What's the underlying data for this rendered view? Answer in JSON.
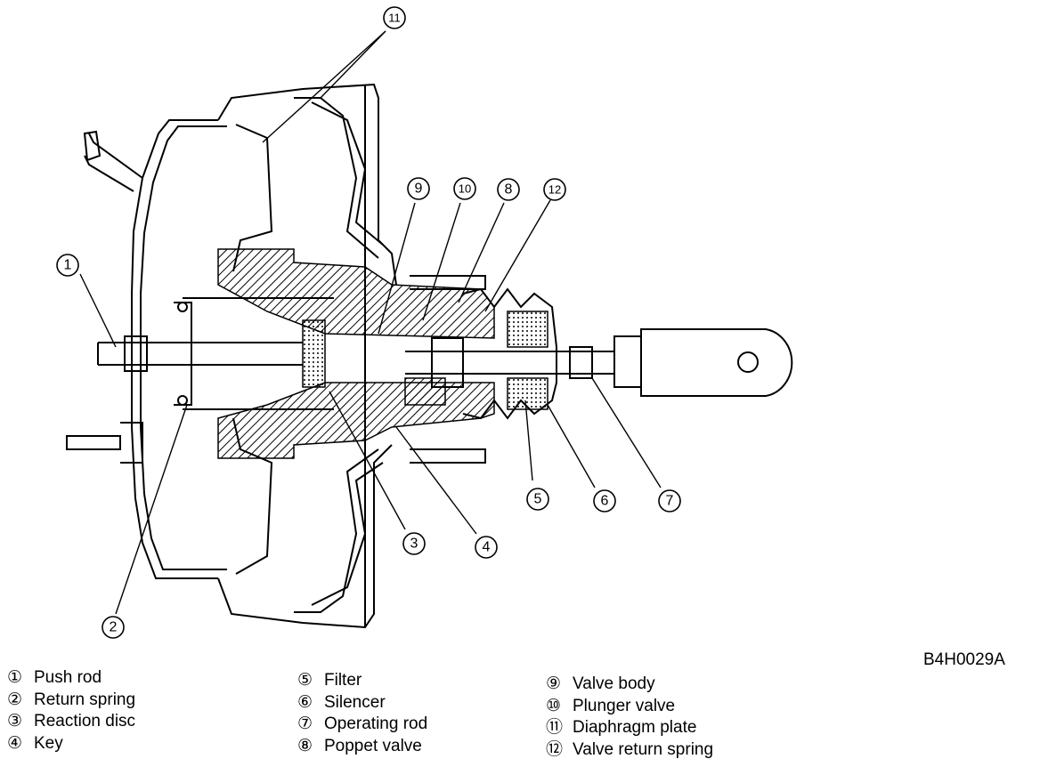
{
  "figure_id": "B4H0029A",
  "callouts": [
    "1",
    "2",
    "3",
    "4",
    "5",
    "6",
    "7",
    "8",
    "9",
    "10",
    "11",
    "12"
  ],
  "legend": [
    {
      "num": "①",
      "label": "Push rod"
    },
    {
      "num": "②",
      "label": "Return spring"
    },
    {
      "num": "③",
      "label": "Reaction disc"
    },
    {
      "num": "④",
      "label": "Key"
    },
    {
      "num": "⑤",
      "label": "Filter"
    },
    {
      "num": "⑥",
      "label": "Silencer"
    },
    {
      "num": "⑦",
      "label": "Operating rod"
    },
    {
      "num": "⑧",
      "label": "Poppet valve"
    },
    {
      "num": "⑨",
      "label": "Valve body"
    },
    {
      "num": "⑩",
      "label": "Plunger valve"
    },
    {
      "num": "⑪",
      "label": "Diaphragm plate"
    },
    {
      "num": "⑫",
      "label": "Valve return spring"
    }
  ]
}
